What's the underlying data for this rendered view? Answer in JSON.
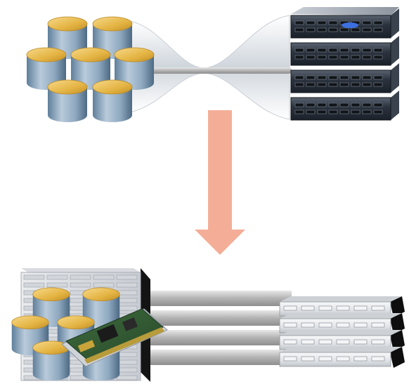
{
  "diagram": {
    "top": {
      "storage_group": {
        "icon": "database-cylinder-icon",
        "count": 7
      },
      "server_stack": {
        "icon": "rack-server-icon",
        "count": 4
      },
      "connection": {
        "icon": "network-link-icon"
      }
    },
    "transition_arrow": {
      "icon": "down-arrow-icon",
      "color": "#f4ae97"
    },
    "bottom": {
      "chassis": {
        "icon": "storage-chassis-icon"
      },
      "storage_group": {
        "icon": "database-cylinder-icon",
        "count": 6
      },
      "adapter_card": {
        "icon": "pcie-card-icon"
      },
      "cables": {
        "icon": "cable-bundle-icon",
        "count": 4
      },
      "server_stack": {
        "icon": "rack-server-icon",
        "count": 4
      }
    },
    "colors": {
      "cylinder_top": "#e8b94a",
      "cylinder_body": "#9fb7cc",
      "server_dark": "#2b3440",
      "server_light": "#e7e9ec",
      "cable": "#b8b8b8"
    }
  }
}
